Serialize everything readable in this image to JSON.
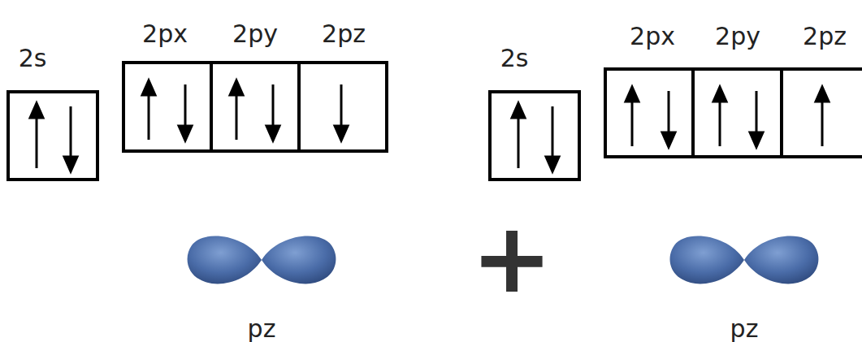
{
  "diagram": {
    "labels": [
      "2s",
      "2px",
      "2py",
      "2pz",
      "pz",
      "+",
      "2s",
      "2px",
      "2py",
      "2pz",
      "pz"
    ]
  }
}
